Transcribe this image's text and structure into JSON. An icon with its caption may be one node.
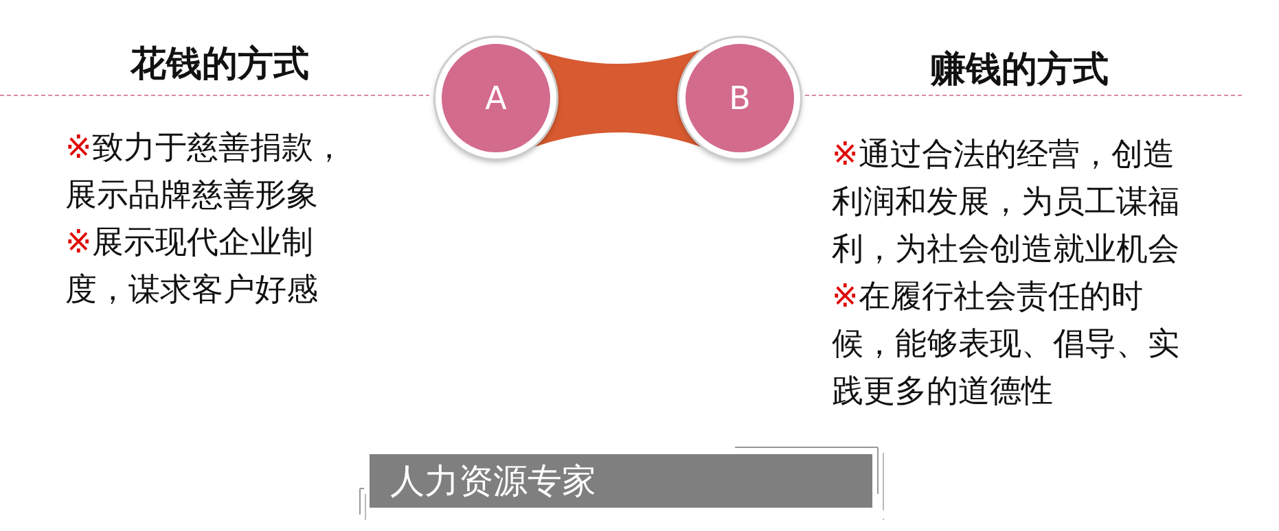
{
  "diagram": {
    "nodes": [
      {
        "text": [
          "A"
        ]
      },
      {
        "text": [
          "B"
        ]
      }
    ],
    "edges": [
      {
        "from": 0,
        "to": 1,
        "arrow": "none"
      }
    ],
    "labels": [
      "花钱的方式",
      "※致力于慈善捐款，展示品牌慈善形象",
      "※展示现代企业制度，谋求客户好感",
      "赚钱的方式",
      "※通过合法的经营，创造利润和发展，为员工谋福利，为社会创造就业机会",
      "※在履行社会责任的时候，能够表现、倡导、实践更多的道德性",
      "人力资源专家"
    ]
  }
}
